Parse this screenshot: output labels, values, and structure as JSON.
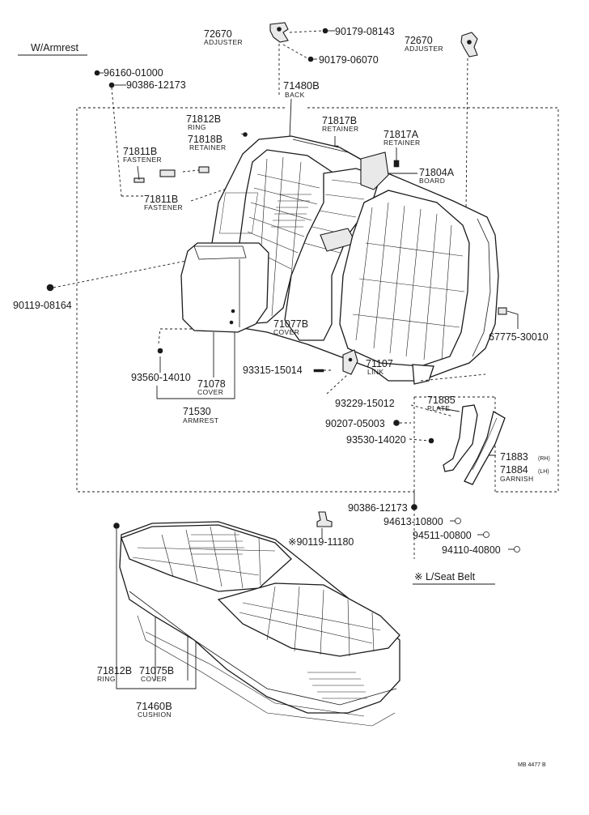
{
  "header": {
    "variant": "W/Armrest"
  },
  "parts": {
    "adjuster_left": {
      "num": "72670",
      "name": "ADJUSTER"
    },
    "bolt_90179_08143": {
      "num": "90179-08143"
    },
    "bolt_90179_06070": {
      "num": "90179-06070"
    },
    "adjuster_right": {
      "num": "72670",
      "name": "ADJUSTER"
    },
    "clip_96160": {
      "num": "96160-01000"
    },
    "washer_90386_top": {
      "num": "90386-12173"
    },
    "back": {
      "num": "71480B",
      "name": "BACK"
    },
    "ring_top": {
      "num": "71812B",
      "name": "RING"
    },
    "retainer_71818b": {
      "num": "71818B",
      "name": "RETAINER"
    },
    "retainer_71817b": {
      "num": "71817B",
      "name": "RETAINER"
    },
    "retainer_71817a": {
      "num": "71817A",
      "name": "RETAINER"
    },
    "board": {
      "num": "71804A",
      "name": "BOARD"
    },
    "fastener_a": {
      "num": "71811B",
      "name": "FASTENER"
    },
    "fastener_b": {
      "num": "71811B",
      "name": "FASTENER"
    },
    "screw_90119_08164": {
      "num": "90119-08164"
    },
    "clip_67775": {
      "num": "67775-30010"
    },
    "cover_71077b": {
      "num": "71077B",
      "name": "COVER"
    },
    "bolt_93315": {
      "num": "93315-15014"
    },
    "link": {
      "num": "71107",
      "name": "LINK"
    },
    "screw_93560": {
      "num": "93560-14010"
    },
    "cover_71078": {
      "num": "71078",
      "name": "COVER"
    },
    "screw_93229": {
      "num": "93229-15012"
    },
    "armrest": {
      "num": "71530",
      "name": "ARMREST"
    },
    "plate": {
      "num": "71885",
      "name": "PLATE"
    },
    "nut_90207": {
      "num": "90207-05003"
    },
    "screw_93530": {
      "num": "93530-14020"
    },
    "garnish_rh": {
      "num": "71883",
      "suffix": "(RH)"
    },
    "garnish_lh": {
      "num": "71884",
      "suffix": "(LH)",
      "name": "GARNISH"
    },
    "washer_90386_bottom": {
      "num": "90386-12173"
    },
    "washer_94613": {
      "num": "94613-10800"
    },
    "washer_94511": {
      "num": "94511-00800"
    },
    "nut_94110": {
      "num": "94110-40800"
    },
    "bolt_90119_11180": {
      "num": "※90119-11180"
    },
    "ring_bottom": {
      "num": "71812B",
      "name": "RING"
    },
    "cover_71075b": {
      "num": "71075B",
      "name": "COVER"
    },
    "cushion": {
      "num": "71460B",
      "name": "CUSHION"
    }
  },
  "note": {
    "seat_belt": "※ L/Seat Belt"
  },
  "footer": {
    "code": "MB 4477 B"
  }
}
